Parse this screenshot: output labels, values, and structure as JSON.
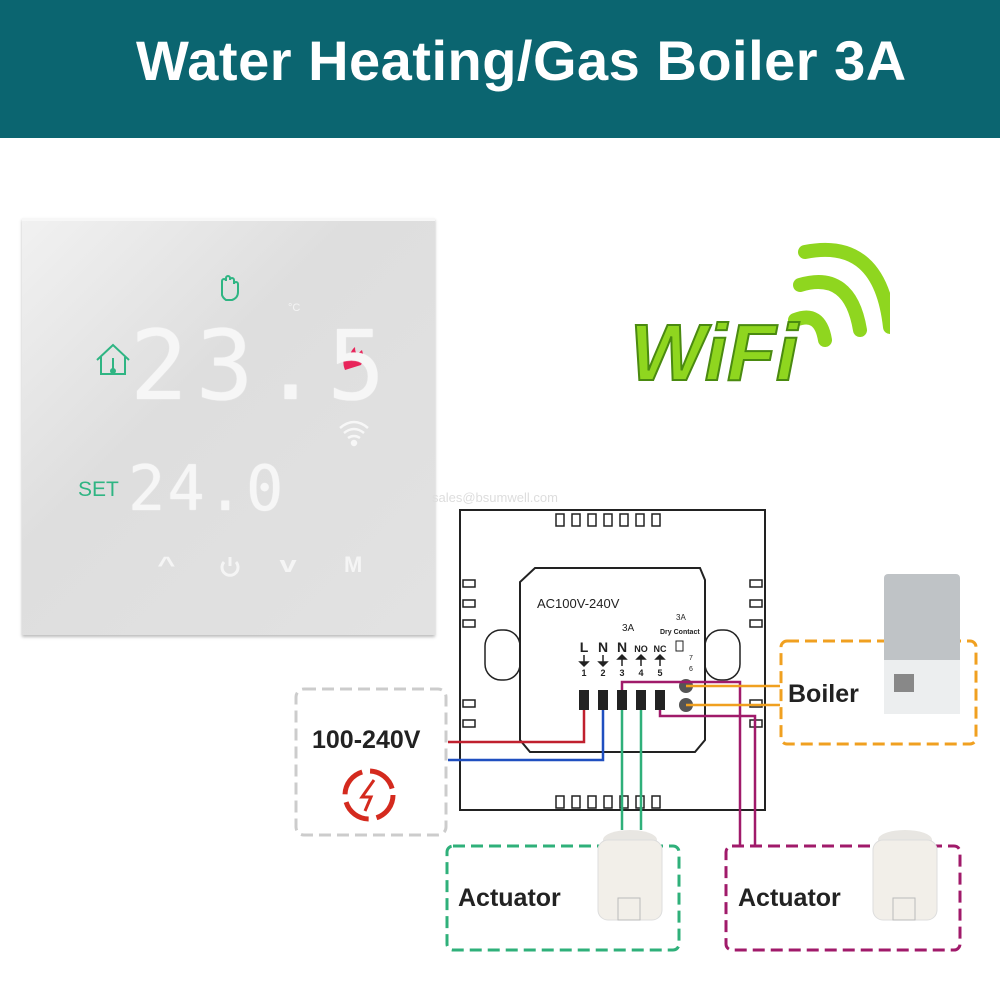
{
  "header": {
    "title": "Water Heating/Gas Boiler 3A"
  },
  "thermostat": {
    "current_temp": "23.5",
    "unit": "°C",
    "set_label": "SET",
    "set_temp": "24.0",
    "icons": [
      "hand-icon",
      "home-thermometer-icon",
      "flame-icon",
      "wifi-icon"
    ],
    "buttons": {
      "up": "^",
      "power": "power-icon",
      "down": "v",
      "mode": "M"
    },
    "colors": {
      "accent": "#2fb583",
      "flame": "#e8245a"
    }
  },
  "wifi_logo": {
    "text": "WiFi",
    "color": "#8fd61f"
  },
  "watermark": "sales@bsumwell.com",
  "wiring": {
    "voltage_label": "AC100V-240V",
    "rating": "3A",
    "dry_contact_rating": "3A",
    "dry_contact_label": "Dry Contact",
    "terminals": [
      {
        "label": "L",
        "number": "1",
        "dir": "in"
      },
      {
        "label": "N",
        "number": "2",
        "dir": "in"
      },
      {
        "label": "N",
        "number": "3",
        "dir": "out"
      },
      {
        "label": "NO",
        "number": "4",
        "dir": "out"
      },
      {
        "label": "NC",
        "number": "5",
        "dir": "out"
      }
    ],
    "dry_contact_numbers": [
      "7",
      "6"
    ],
    "power_box": {
      "label": "100-240V"
    },
    "boiler_box": {
      "label": "Boiler"
    },
    "actuator_left": {
      "label": "Actuator"
    },
    "actuator_right": {
      "label": "Actuator"
    },
    "wire_colors": {
      "live": "#c0202e",
      "neutral": "#1f4fc0",
      "actuator": "#2fb07a",
      "nc": "#a01a6a",
      "boiler": "#f0a020"
    }
  }
}
